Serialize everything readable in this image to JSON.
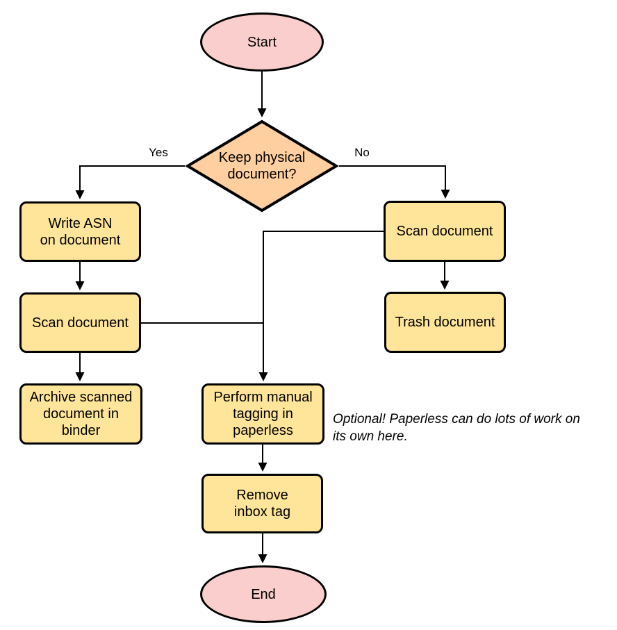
{
  "diagram": {
    "type": "flowchart",
    "nodes": {
      "start": "Start",
      "decision": "Keep physical\ndocument?",
      "write_asn": "Write ASN\non document",
      "scan_left": "Scan document",
      "archive": "Archive scanned\ndocument in\nbinder",
      "scan_right": "Scan document",
      "trash": "Trash document",
      "tagging": "Perform manual\ntagging in\npaperless",
      "remove_inbox": "Remove\ninbox tag",
      "end": "End"
    },
    "edge_labels": {
      "yes": "Yes",
      "no": "No"
    },
    "annotation": "Optional! Paperless can do lots of work on\nits own here.",
    "edges": [
      {
        "from": "start",
        "to": "decision"
      },
      {
        "from": "decision",
        "to": "write_asn",
        "label": "Yes"
      },
      {
        "from": "decision",
        "to": "scan_right",
        "label": "No"
      },
      {
        "from": "write_asn",
        "to": "scan_left"
      },
      {
        "from": "scan_left",
        "to": "archive"
      },
      {
        "from": "scan_left",
        "to": "tagging"
      },
      {
        "from": "scan_right",
        "to": "trash"
      },
      {
        "from": "scan_right",
        "to": "tagging"
      },
      {
        "from": "tagging",
        "to": "remove_inbox"
      },
      {
        "from": "remove_inbox",
        "to": "end"
      }
    ],
    "colors": {
      "terminator_fill": "#f9cecc",
      "decision_fill": "#ffcf9f",
      "process_fill": "#ffe59a",
      "stroke": "#000000"
    }
  }
}
